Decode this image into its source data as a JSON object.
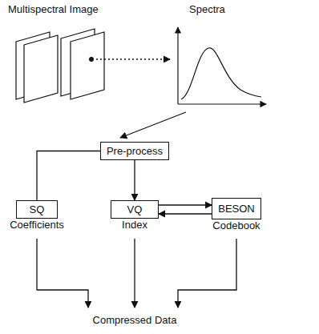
{
  "diagram": {
    "nodes": [
      {
        "text": [
          "Pre-process"
        ]
      },
      {
        "text": [
          "SQ",
          "Coefficients"
        ]
      },
      {
        "text": [
          "VQ",
          "Index"
        ]
      },
      {
        "text": [
          "BESON",
          "Codebook"
        ]
      }
    ],
    "edges": [
      {
        "from": 0,
        "to": 1,
        "arrow": "none"
      },
      {
        "from": 0,
        "to": 2,
        "arrow": "to"
      },
      {
        "from": 2,
        "to": 3,
        "arrow": "to"
      },
      {
        "from": 3,
        "to": 2,
        "arrow": "to"
      }
    ],
    "labels": [
      "Multispectral Image",
      "Spectra",
      "Compressed Data"
    ]
  }
}
